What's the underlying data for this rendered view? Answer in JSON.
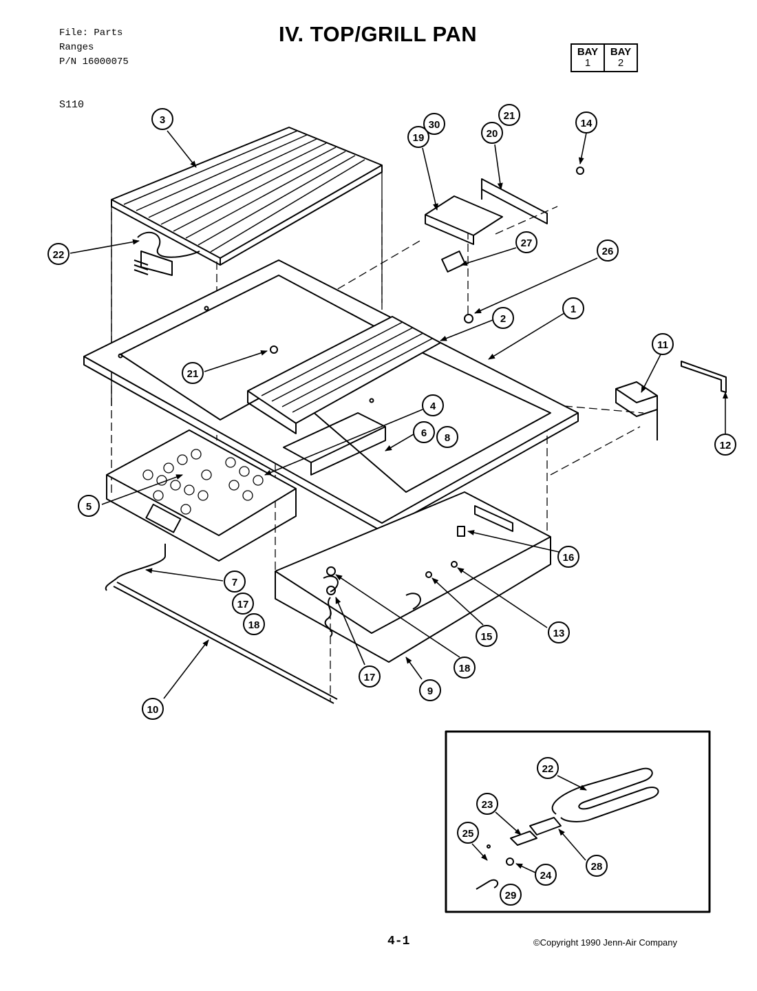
{
  "header": {
    "file_label": "File: Parts",
    "category": "Ranges",
    "part_number": "P/N 16000075"
  },
  "title": "IV. TOP/GRILL PAN",
  "bay": [
    {
      "label": "BAY",
      "number": "1"
    },
    {
      "label": "BAY",
      "number": "2"
    }
  ],
  "model": "S110",
  "callouts": {
    "c1": "1",
    "c2": "2",
    "c3": "3",
    "c4": "4",
    "c5": "5",
    "c6": "6",
    "c7": "7",
    "c8": "8",
    "c9": "9",
    "c10": "10",
    "c11": "11",
    "c12": "12",
    "c13": "13",
    "c14": "14",
    "c15": "15",
    "c16": "16",
    "c17a": "17",
    "c17b": "17",
    "c18a": "18",
    "c18b": "18",
    "c19": "19",
    "c20": "20",
    "c21a": "21",
    "c21b": "21",
    "c22a": "22",
    "c22b": "22",
    "c23": "23",
    "c24": "24",
    "c25": "25",
    "c26": "26",
    "c27": "27",
    "c28": "28",
    "c29": "29",
    "c30": "30"
  },
  "footer": {
    "page": "4-1",
    "copyright": "©Copyright 1990 Jenn-Air Company"
  }
}
